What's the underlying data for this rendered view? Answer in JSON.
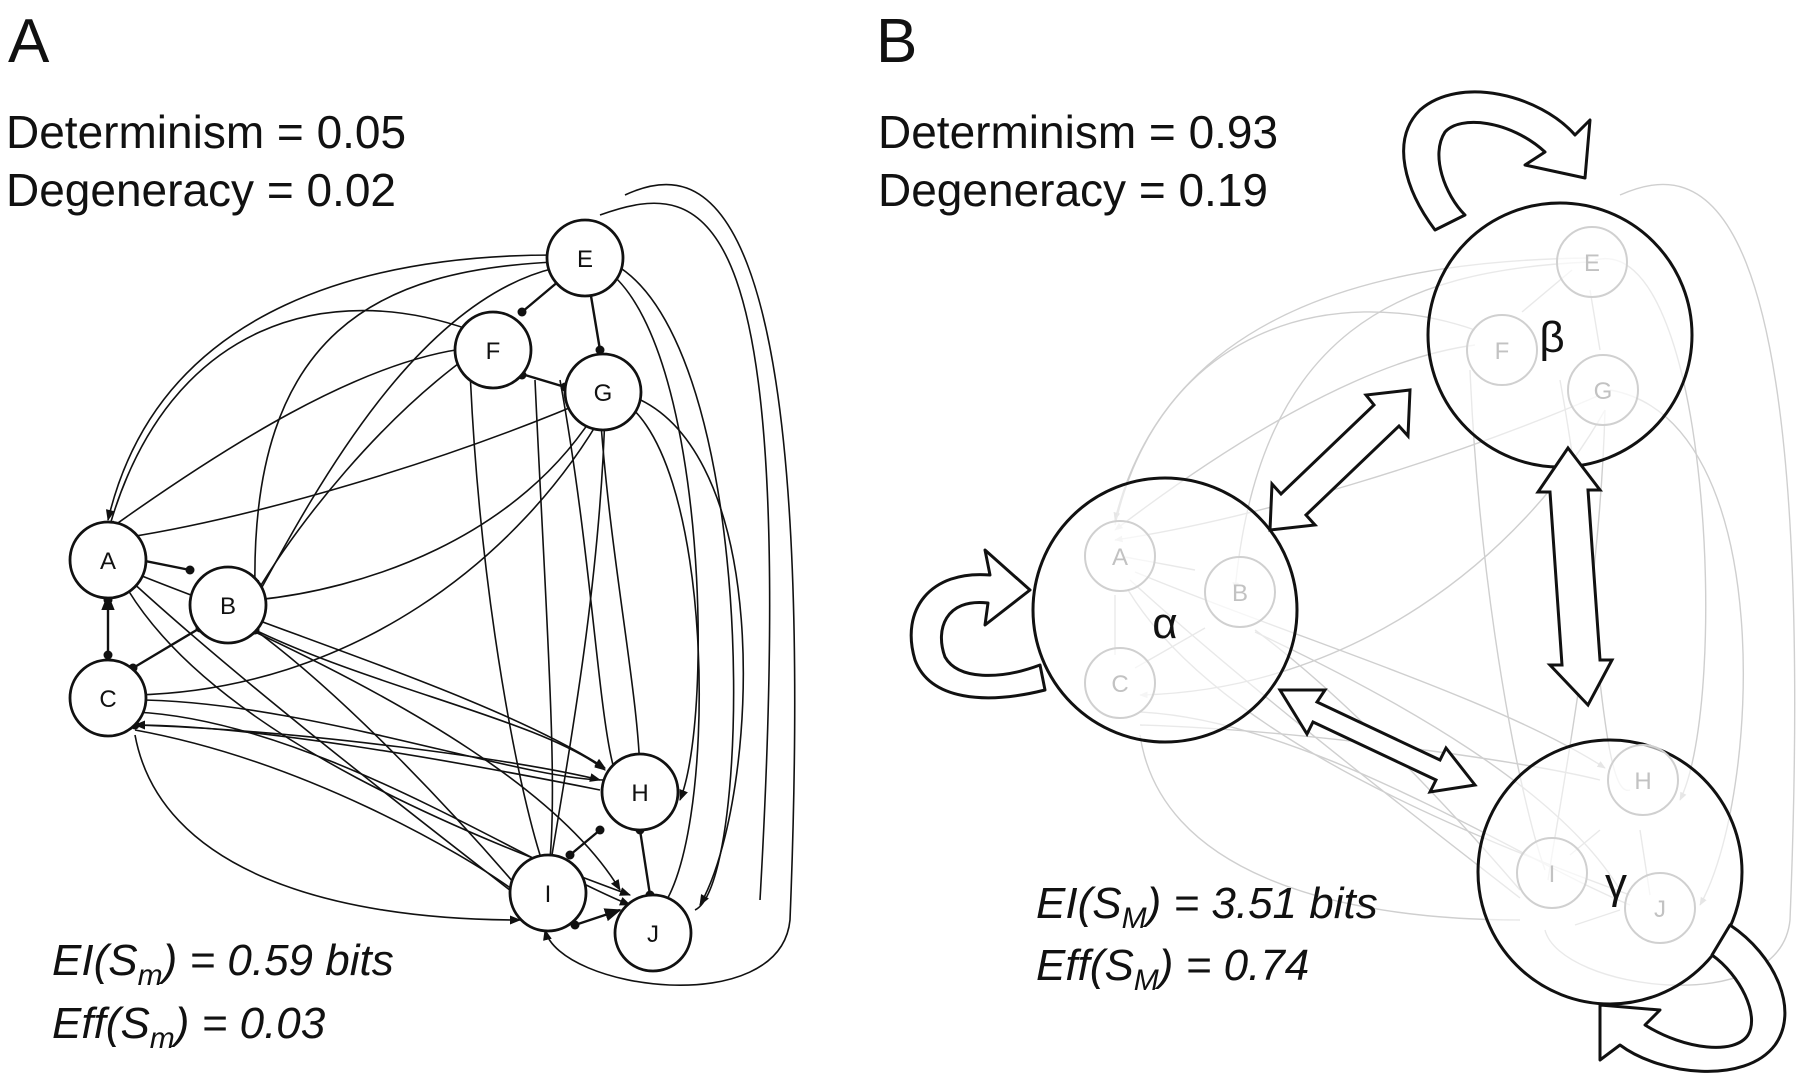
{
  "panel_a": {
    "letter": "A",
    "determinism": "Determinism = 0.05",
    "degeneracy": "Degeneracy = 0.02",
    "ei": {
      "prefix": "EI(S",
      "sub": "m",
      "suffix": ") = 0.59 bits"
    },
    "eff": {
      "prefix": "Eff(S",
      "sub": "m",
      "suffix": ") = 0.03"
    },
    "nodes": [
      "A",
      "B",
      "C",
      "E",
      "F",
      "G",
      "H",
      "I",
      "J"
    ]
  },
  "panel_b": {
    "letter": "B",
    "determinism": "Determinism = 0.93",
    "degeneracy": "Degeneracy = 0.19",
    "ei": {
      "prefix": "EI(S",
      "sub": "M",
      "suffix": ") = 3.51 bits"
    },
    "eff": {
      "prefix": "Eff(S",
      "sub": "M",
      "suffix": ") = 0.74"
    },
    "macro_nodes": [
      "α",
      "β",
      "γ"
    ],
    "nodes": [
      "A",
      "B",
      "C",
      "E",
      "F",
      "G",
      "H",
      "I",
      "J"
    ]
  }
}
